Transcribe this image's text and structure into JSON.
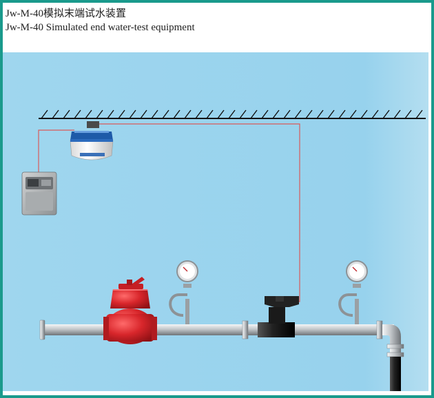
{
  "title": {
    "line1": "Jw-M-40模拟末端试水装置",
    "line2": "Jw-M-40 Simulated end water-test equipment"
  },
  "colors": {
    "frame": "#1a9a8c",
    "background": "#97d2ed",
    "pipe": "#a9adb0",
    "valve": "#d8262b",
    "wire": "#d95a5a"
  },
  "components": {
    "ceiling": "hatched ceiling line",
    "sensor": "ceiling-mounted end water-test detector",
    "control_box": "wall-mounted control box",
    "valve": "red water-test valve",
    "gauges": [
      "pressure gauge left",
      "pressure gauge right"
    ],
    "flow_switch": "black flow switch on pipe",
    "elbow": "downward pipe elbow"
  }
}
